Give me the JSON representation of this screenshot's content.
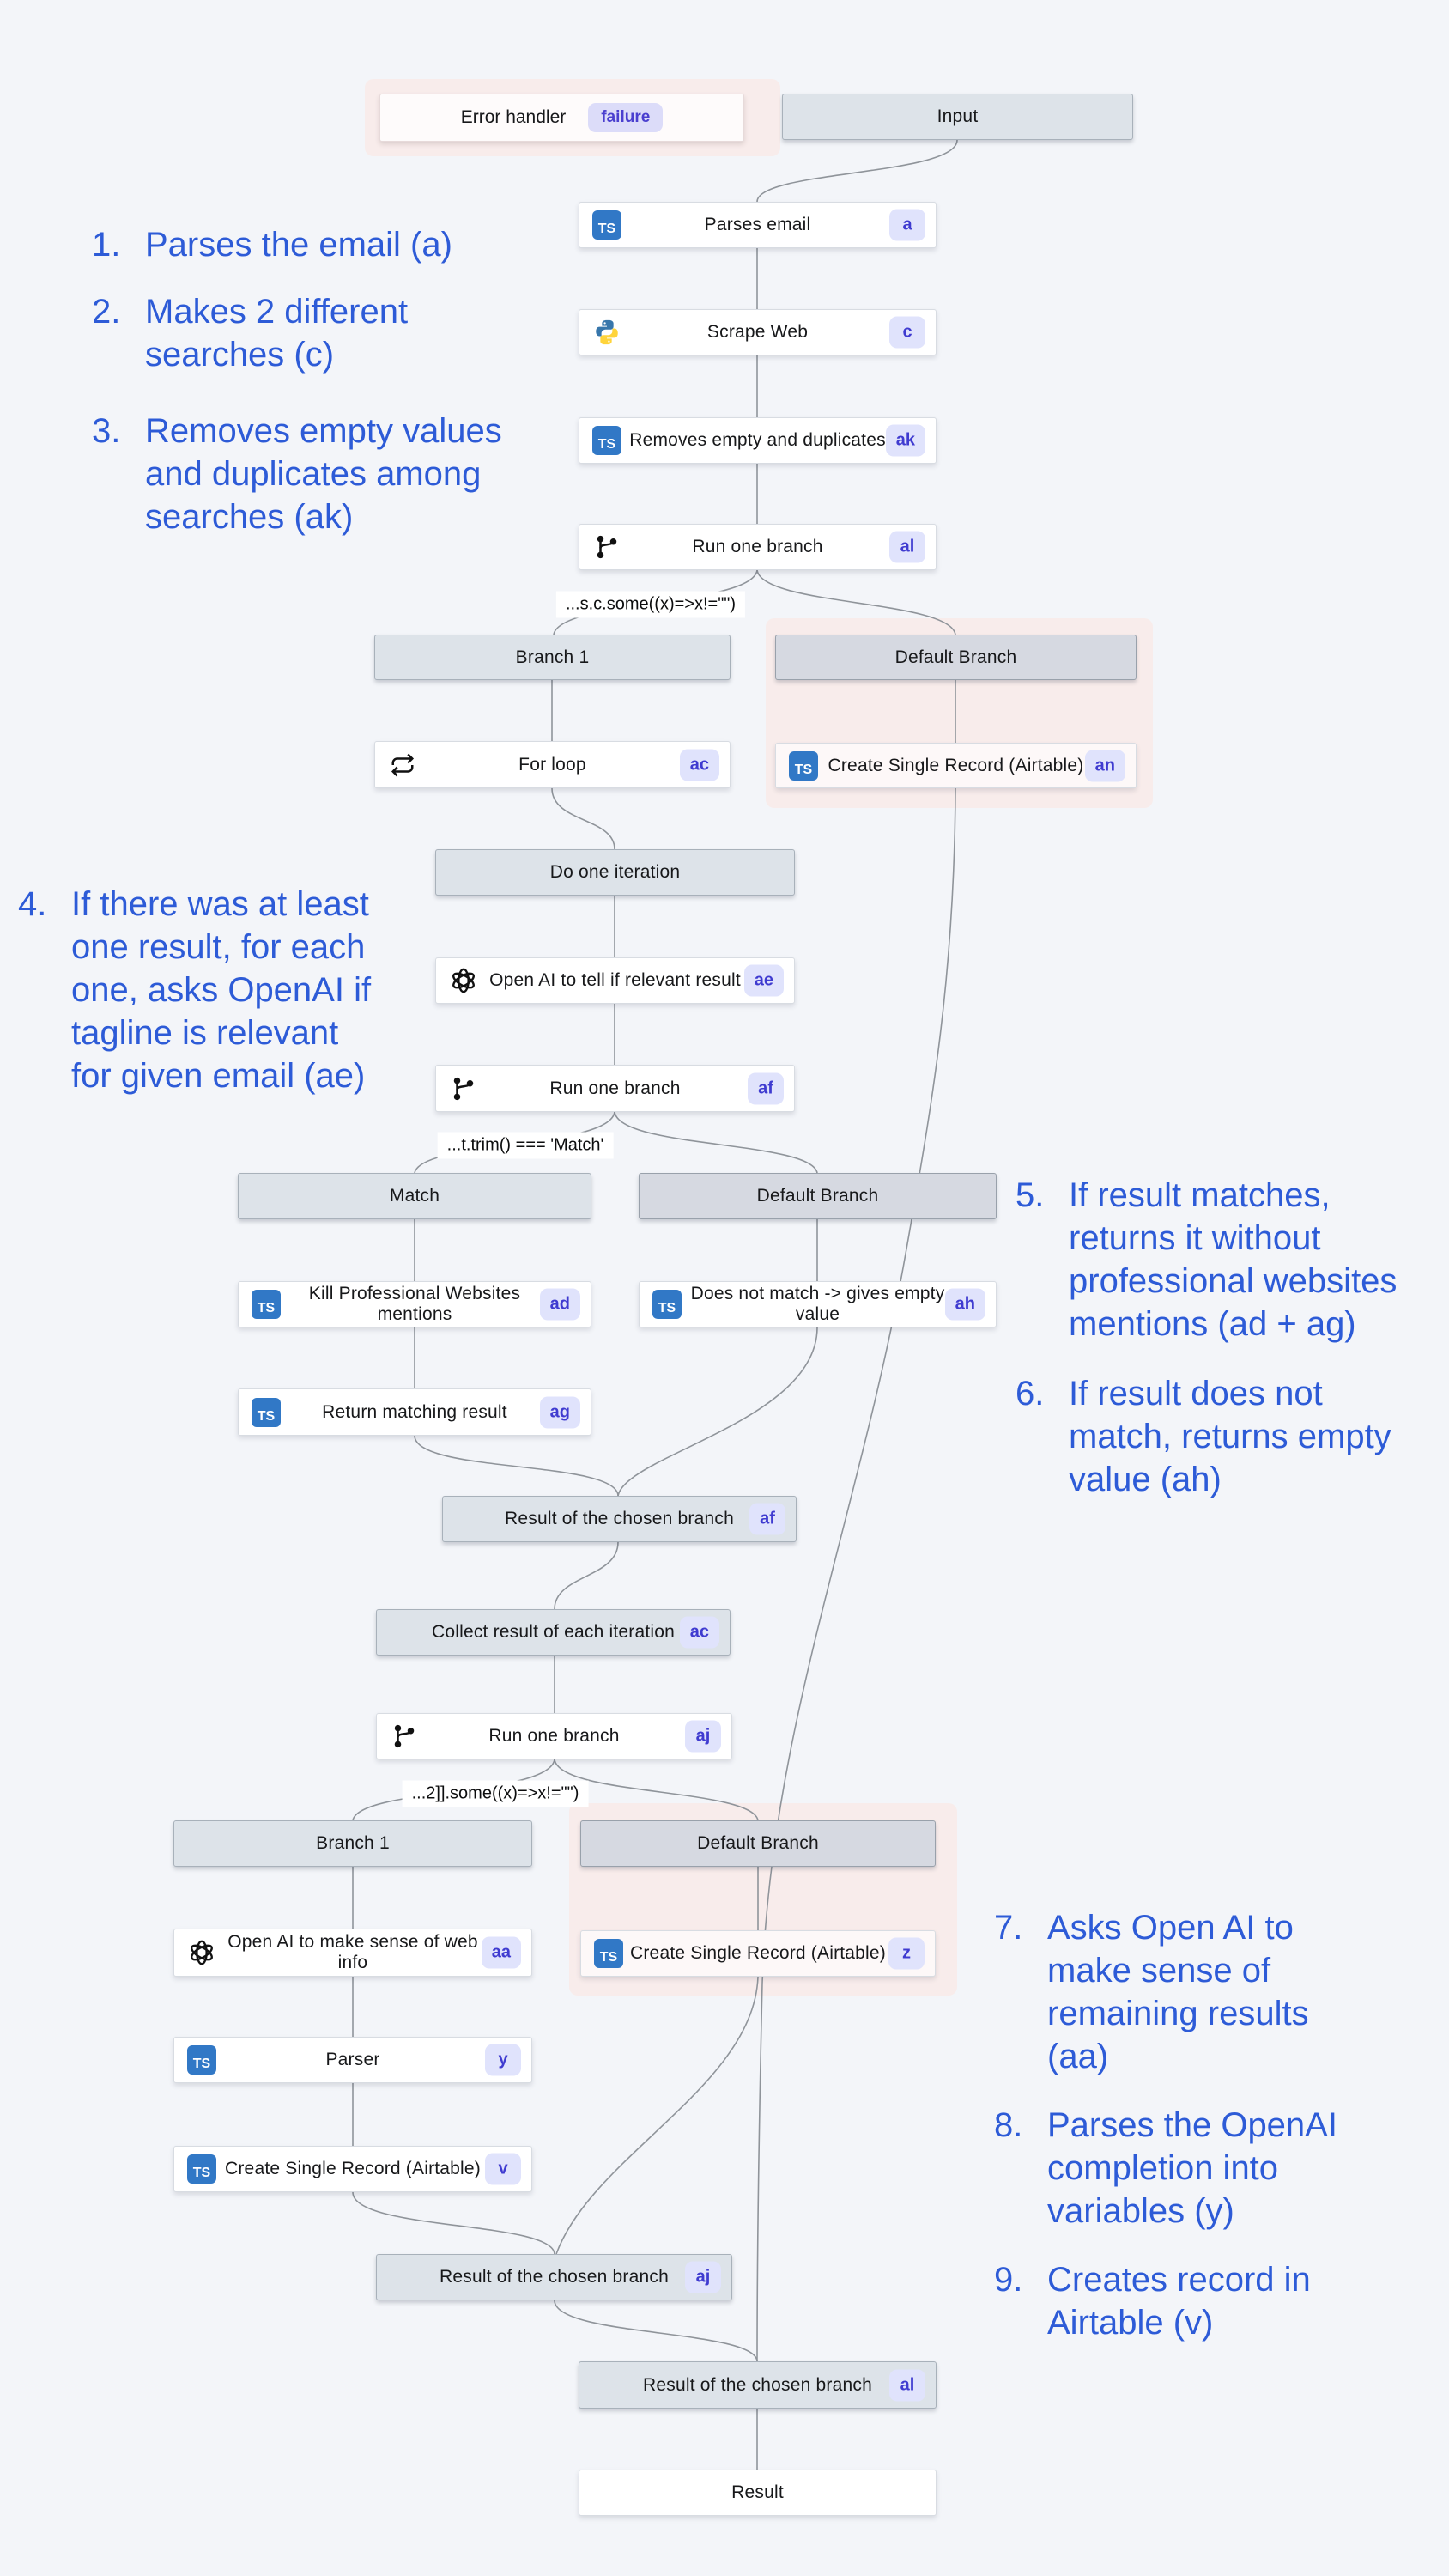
{
  "palette": {
    "accent_blue": "#2d5bd7",
    "pink_zone": "#f8eceb",
    "node_bg": "#ffffff",
    "header_bg": "#dde3e9",
    "badge_bg": "#e0e3fc",
    "badge_text": "#3f3bd0",
    "ts_icon_blue": "#3178c6"
  },
  "nodes": {
    "error_handler": {
      "label": "Error handler",
      "badge": "failure"
    },
    "input": {
      "label": "Input"
    },
    "parses_email": {
      "label": "Parses email",
      "badge": "a",
      "icon": "typescript-icon"
    },
    "scrape_web": {
      "label": "Scrape Web",
      "badge": "c",
      "icon": "python-icon"
    },
    "removes_empty": {
      "label": "Removes empty and duplicates",
      "badge": "ak",
      "icon": "typescript-icon"
    },
    "run_one_branch_al": {
      "label": "Run one branch",
      "badge": "al",
      "icon": "branch-icon"
    },
    "branch_1_top": {
      "label": "Branch 1"
    },
    "default_branch_top": {
      "label": "Default Branch"
    },
    "for_loop": {
      "label": "For loop",
      "badge": "ac",
      "icon": "loop-icon"
    },
    "create_record_an": {
      "label": "Create Single Record (Airtable)",
      "badge": "an",
      "icon": "typescript-icon"
    },
    "do_one_iteration": {
      "label": "Do one iteration"
    },
    "openai_relevant": {
      "label": "Open AI to tell if relevant result",
      "badge": "ae",
      "icon": "openai-icon"
    },
    "run_one_branch_af": {
      "label": "Run one branch",
      "badge": "af",
      "icon": "branch-icon"
    },
    "match": {
      "label": "Match"
    },
    "default_branch_mid": {
      "label": "Default Branch"
    },
    "kill_mentions": {
      "label": "Kill Professional Websites mentions",
      "badge": "ad",
      "icon": "typescript-icon"
    },
    "does_not_match": {
      "label": "Does not match -> gives empty value",
      "badge": "ah",
      "icon": "typescript-icon"
    },
    "return_matching": {
      "label": "Return matching result",
      "badge": "ag",
      "icon": "typescript-icon"
    },
    "result_chosen_af": {
      "label": "Result of the chosen branch",
      "badge": "af"
    },
    "collect_result": {
      "label": "Collect result of each iteration",
      "badge": "ac"
    },
    "run_one_branch_aj": {
      "label": "Run one branch",
      "badge": "aj",
      "icon": "branch-icon"
    },
    "branch_1_bottom": {
      "label": "Branch 1"
    },
    "default_branch_bottom": {
      "label": "Default Branch"
    },
    "openai_web_info": {
      "label": "Open AI to make sense of web info",
      "badge": "aa",
      "icon": "openai-icon"
    },
    "create_record_z": {
      "label": "Create Single Record (Airtable)",
      "badge": "z",
      "icon": "typescript-icon"
    },
    "parser": {
      "label": "Parser",
      "badge": "y",
      "icon": "typescript-icon"
    },
    "create_record_v": {
      "label": "Create Single Record (Airtable)",
      "badge": "v",
      "icon": "typescript-icon"
    },
    "result_chosen_aj": {
      "label": "Result of the chosen branch",
      "badge": "aj"
    },
    "result_chosen_al": {
      "label": "Result of the chosen branch",
      "badge": "al"
    },
    "result": {
      "label": "Result"
    }
  },
  "conditions": {
    "cond1": "...s.c.some((x)=>x!=\"\")",
    "cond2": "...t.trim() === 'Match'",
    "cond3": "...2]].some((x)=>x!=\"\")"
  },
  "annotations": [
    {
      "num": "1.",
      "text": "Parses the email (a)"
    },
    {
      "num": "2.",
      "text": "Makes 2 different\nsearches (c)"
    },
    {
      "num": "3.",
      "text": "Removes empty values\nand duplicates among\nsearches (ak)"
    },
    {
      "num": "4.",
      "text": "If there was at least\none result, for each\none, asks OpenAI if\ntagline is relevant\nfor given email (ae)"
    },
    {
      "num": "5.",
      "text": "If result matches,\nreturns it without\nprofessional websites\nmentions (ad + ag)"
    },
    {
      "num": "6.",
      "text": "If result does not\nmatch, returns empty\nvalue (ah)"
    },
    {
      "num": "7.",
      "text": "Asks Open AI to\nmake sense of\nremaining results\n(aa)"
    },
    {
      "num": "8.",
      "text": "Parses the OpenAI\ncompletion into\nvariables (y)"
    },
    {
      "num": "9.",
      "text": "Creates record in\nAirtable (v)"
    }
  ]
}
